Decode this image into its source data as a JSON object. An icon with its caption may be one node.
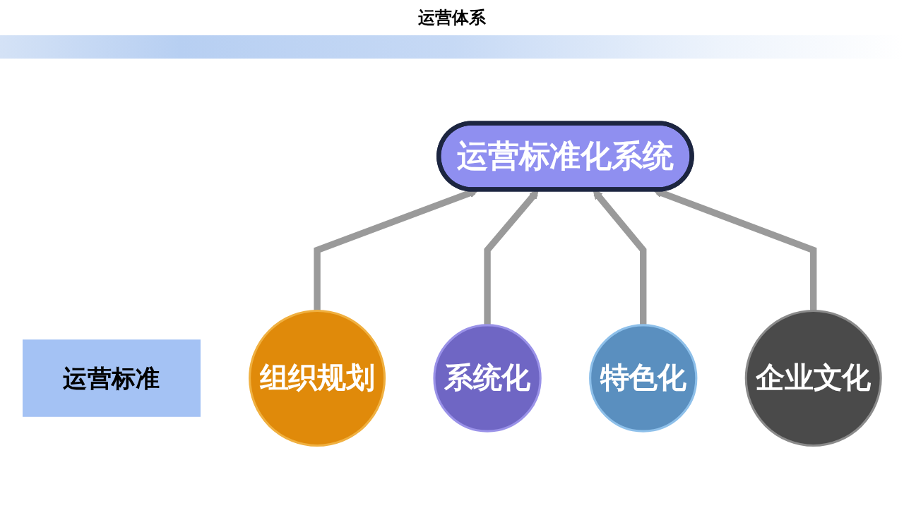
{
  "diagram": {
    "title": "运营体系",
    "nodes": [
      {
        "text": [
          "运营标准"
        ]
      },
      {
        "text": [
          "运营标准化系统"
        ]
      },
      {
        "text": [
          "组织规划"
        ]
      },
      {
        "text": [
          "系统化"
        ]
      },
      {
        "text": [
          "特色化"
        ]
      },
      {
        "text": [
          "企业文化"
        ]
      }
    ],
    "edges": [
      {
        "from": 2,
        "to": 1,
        "arrow": "to"
      },
      {
        "from": 3,
        "to": 1,
        "arrow": "to"
      },
      {
        "from": 4,
        "to": 1,
        "arrow": "to"
      },
      {
        "from": 5,
        "to": 1,
        "arrow": "to"
      }
    ]
  }
}
